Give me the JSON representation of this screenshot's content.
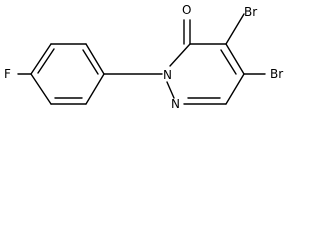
{
  "structure": {
    "atoms": {
      "fluorine": "F",
      "nitrogen_1": "N",
      "nitrogen_2": "N",
      "oxygen": "O",
      "bromine_top": "Br",
      "bromine_bottom": "Br"
    }
  },
  "colors": {
    "background": "#ffffff",
    "ink": "#000000"
  }
}
